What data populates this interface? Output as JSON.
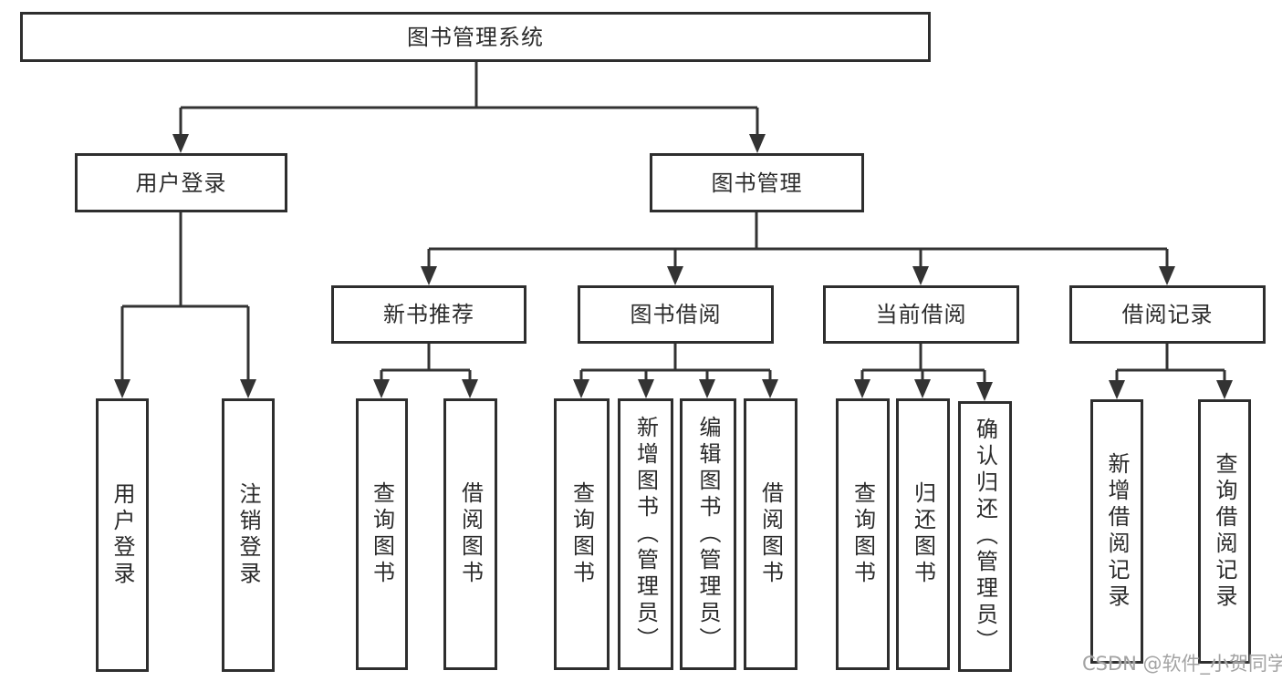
{
  "diagram": {
    "root": {
      "label": "图书管理系统"
    },
    "branches": [
      {
        "label": "用户登录",
        "children": [
          {
            "label": "用户登录"
          },
          {
            "label": "注销登录"
          }
        ]
      },
      {
        "label": "图书管理",
        "children": [
          {
            "label": "新书推荐",
            "children": [
              {
                "label": "查询图书"
              },
              {
                "label": "借阅图书"
              }
            ]
          },
          {
            "label": "图书借阅",
            "children": [
              {
                "label": "查询图书"
              },
              {
                "label": "新增图书（管理员）"
              },
              {
                "label": "编辑图书（管理员）"
              },
              {
                "label": "借阅图书"
              }
            ]
          },
          {
            "label": "当前借阅",
            "children": [
              {
                "label": "查询图书"
              },
              {
                "label": "归还图书"
              },
              {
                "label": "确认归还（管理员）"
              }
            ]
          },
          {
            "label": "借阅记录",
            "children": [
              {
                "label": "新增借阅记录"
              },
              {
                "label": "查询借阅记录"
              }
            ]
          }
        ]
      }
    ]
  },
  "watermark": {
    "text": "CSDN @软件_小贺同学"
  },
  "colors": {
    "line": "#333333",
    "box_border": "#2e2e2e",
    "text": "#2b2b2b",
    "background": "#ffffff",
    "watermark": "#a3a3a3"
  }
}
